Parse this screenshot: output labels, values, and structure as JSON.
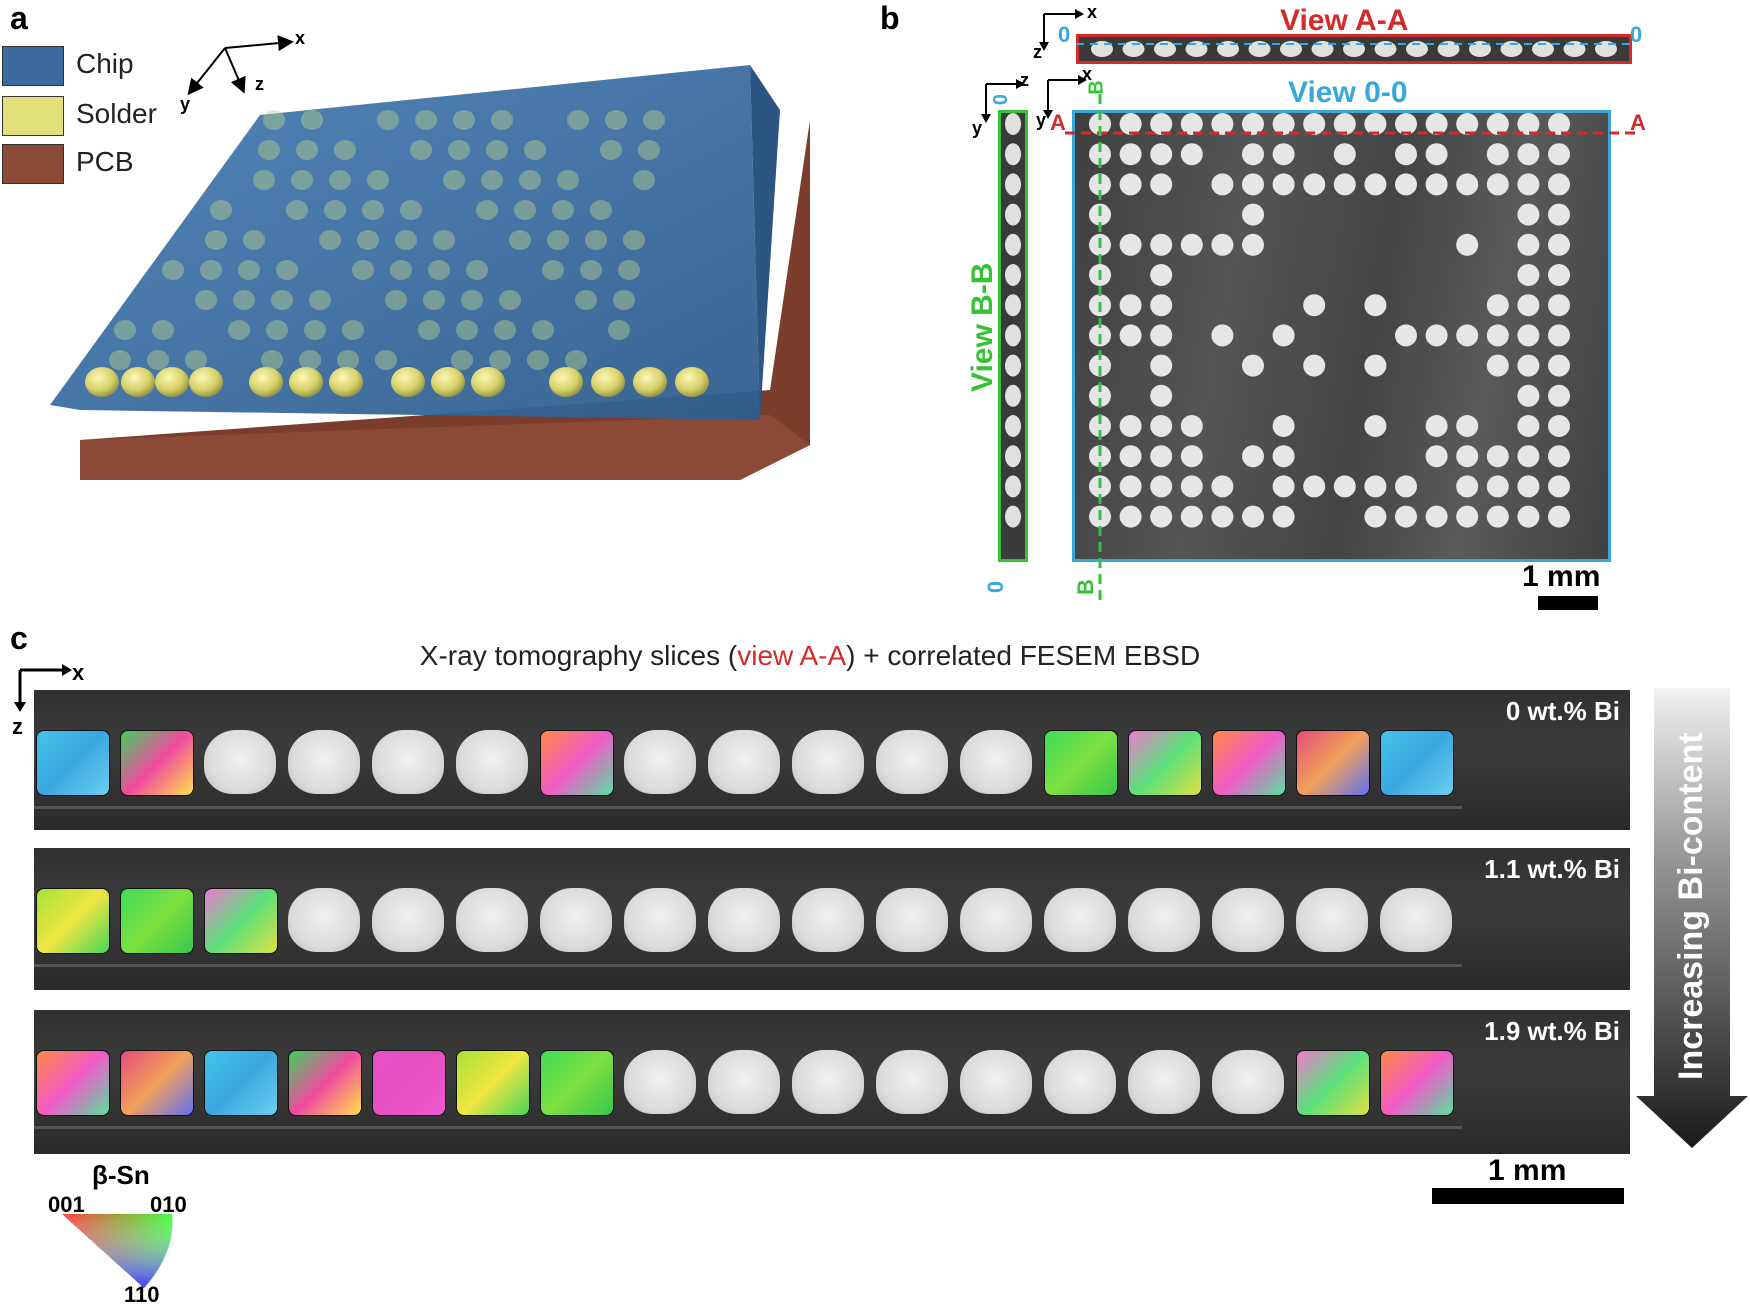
{
  "panels": {
    "a": {
      "letter": "a",
      "legend": [
        {
          "label": "Chip",
          "color": "#3b6a9e"
        },
        {
          "label": "Solder",
          "color": "#e3df7a"
        },
        {
          "label": "PCB",
          "color": "#8a4a36"
        }
      ],
      "axes": {
        "x": "x",
        "y": "y",
        "z": "z"
      }
    },
    "b": {
      "letter": "b",
      "view_aa": "View A-A",
      "view_00": "View 0-0",
      "view_bb": "View B-B",
      "marker_a": "A",
      "marker_b": "B",
      "marker_0": "0",
      "axes": {
        "x": "x",
        "y": "y",
        "z": "z"
      },
      "scale_label": "1 mm"
    },
    "c": {
      "letter": "c",
      "title_pre": "X-ray tomography slices (",
      "title_red": "view A-A",
      "title_post": ") + correlated FESEM EBSD",
      "axes": {
        "x": "x",
        "z": "z"
      },
      "rows": [
        {
          "label": "0 wt.% Bi",
          "ebsd": [
            0,
            1,
            6,
            12,
            13,
            14,
            15,
            16
          ]
        },
        {
          "label": "1.1 wt.% Bi",
          "ebsd": [
            0,
            1,
            2
          ]
        },
        {
          "label": "1.9 wt.% Bi",
          "ebsd": [
            0,
            1,
            2,
            3,
            4,
            5,
            6,
            15,
            16
          ]
        }
      ],
      "arrow_label": "Increasing Bi-content",
      "scale_label": "1 mm",
      "ipf": {
        "title": "β-Sn",
        "c001": "001",
        "c010": "010",
        "c110": "110"
      }
    }
  },
  "colors": {
    "view_aa_red": "#d42a2a",
    "view_00_cyan": "#38a8d9",
    "view_bb_green": "#35c235"
  }
}
